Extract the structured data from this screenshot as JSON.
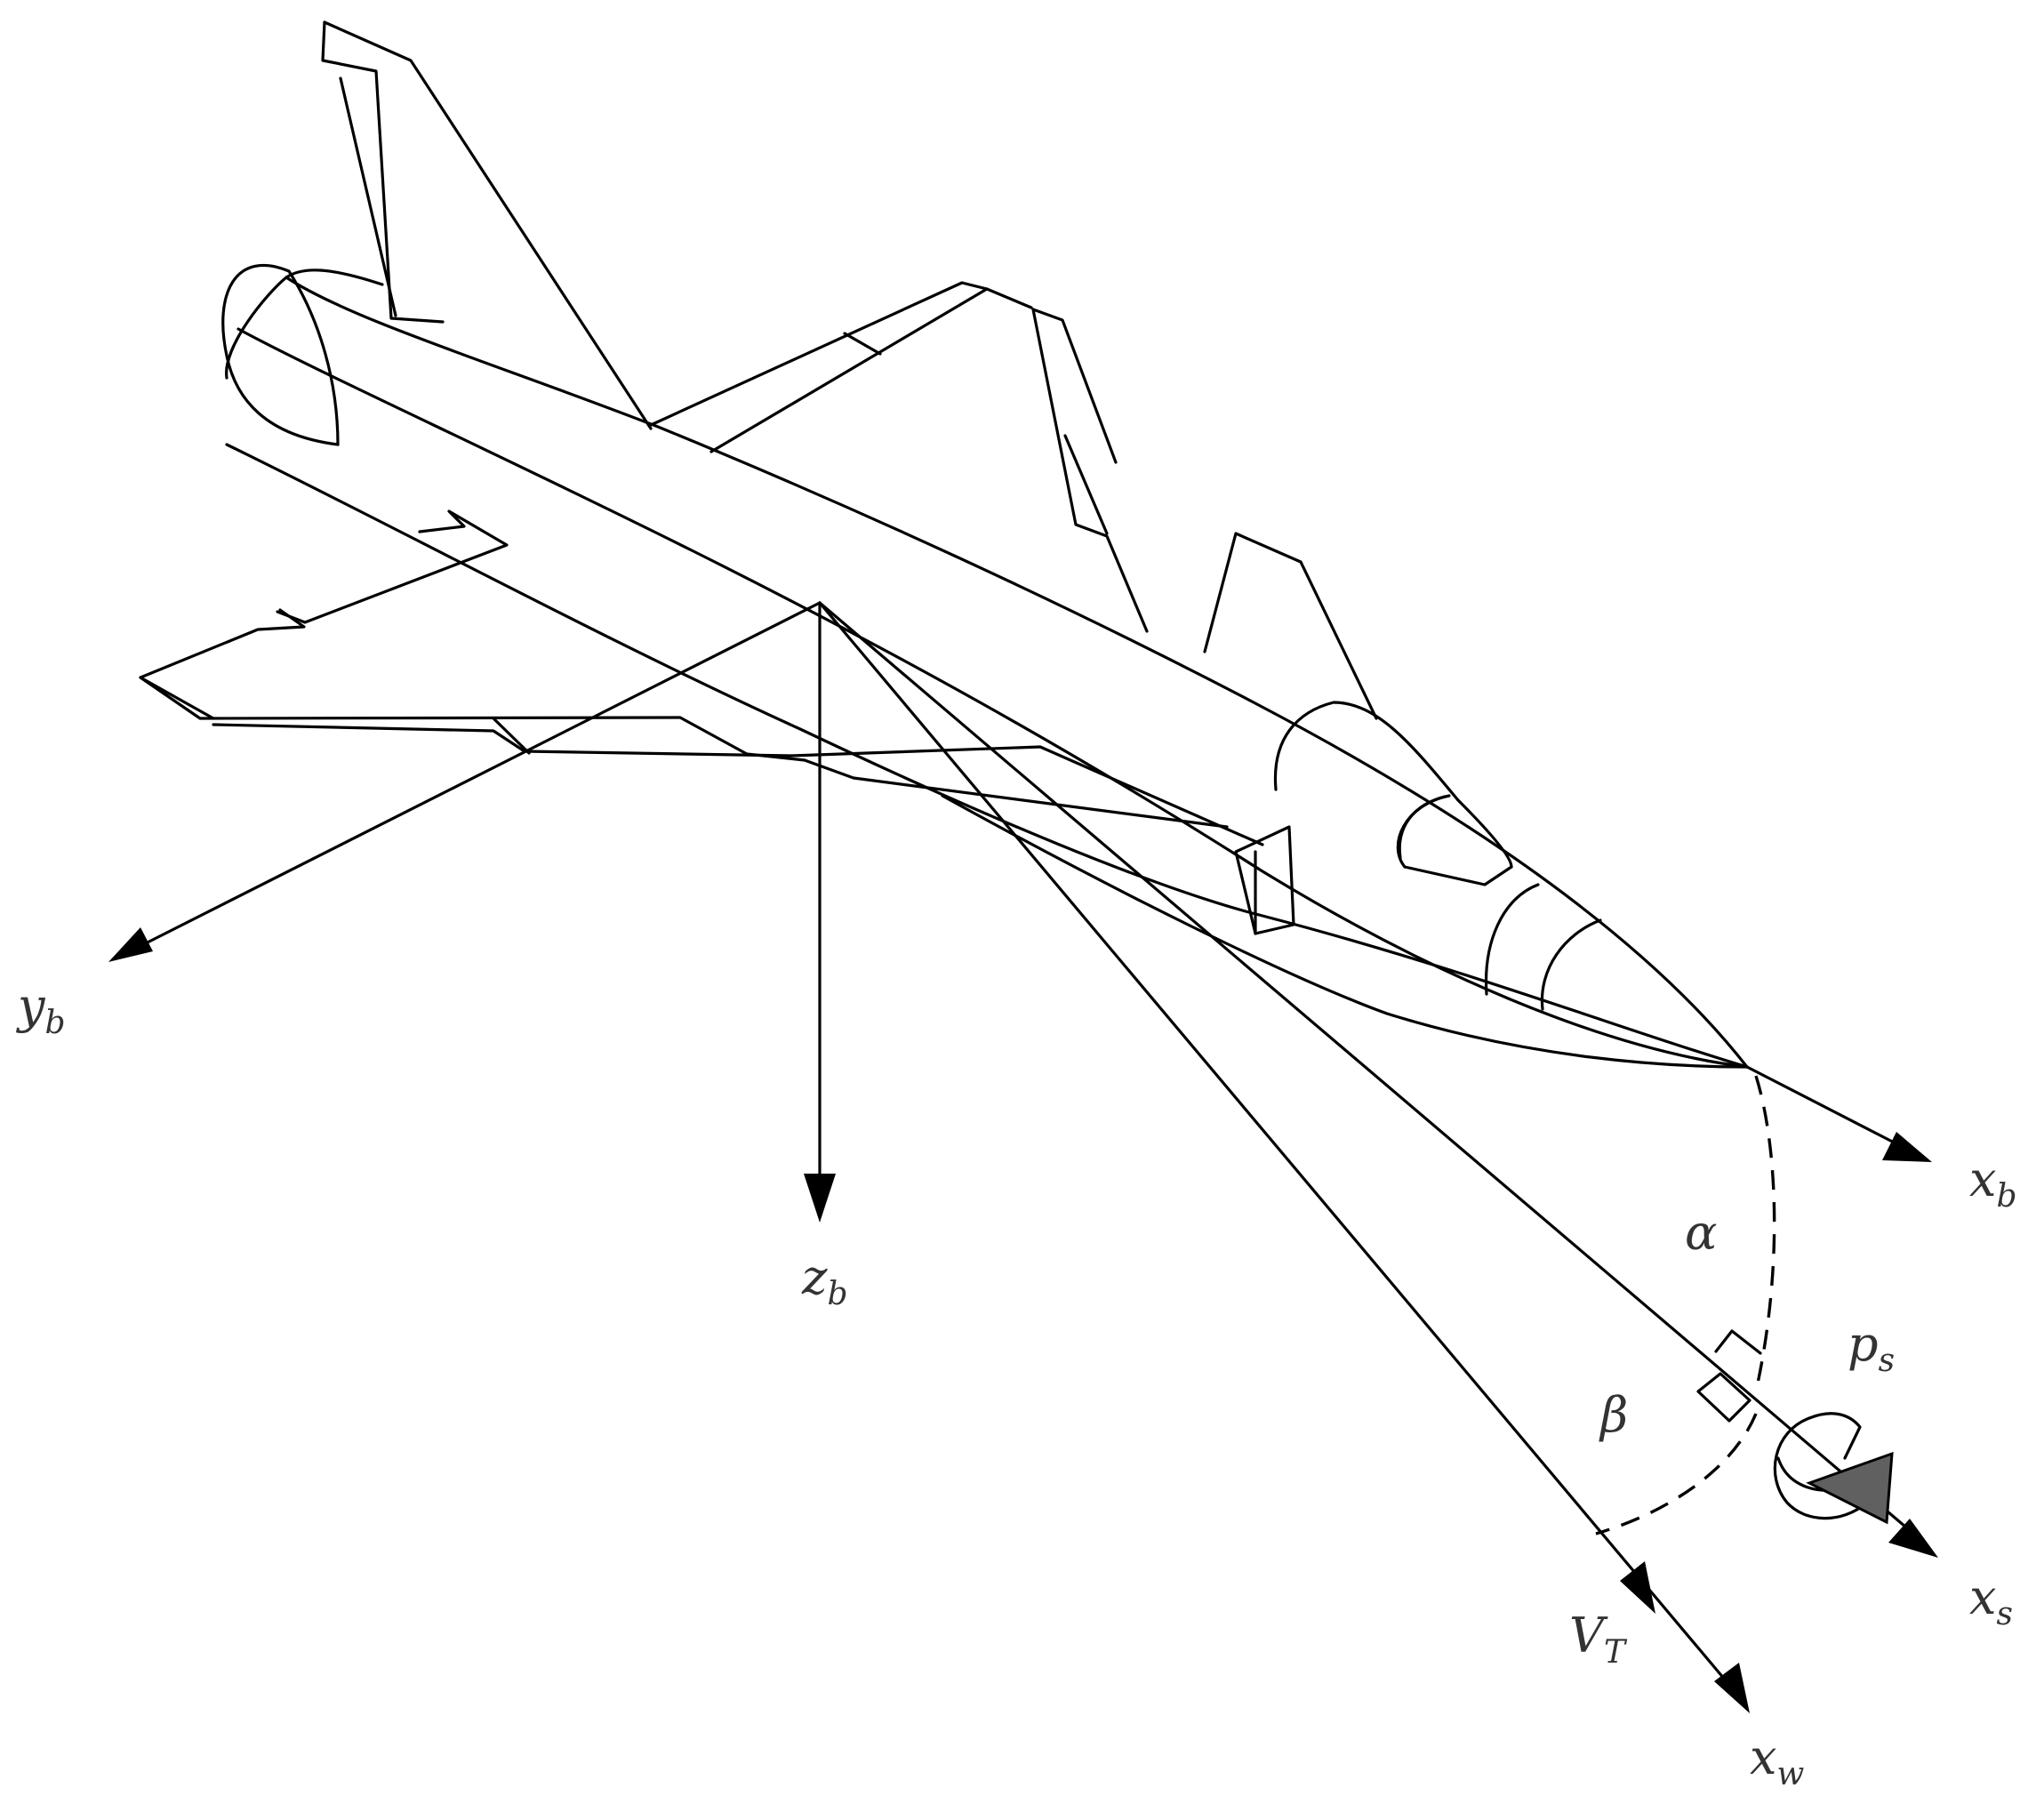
{
  "labels": {
    "yb": {
      "base": "y",
      "sub": "b"
    },
    "zb": {
      "base": "z",
      "sub": "b"
    },
    "xb": {
      "base": "x",
      "sub": "b"
    },
    "xs": {
      "base": "x",
      "sub": "s"
    },
    "xw": {
      "base": "x",
      "sub": "w"
    },
    "vt": {
      "base": "V",
      "sub": "T"
    },
    "ps": {
      "base": "p",
      "sub": "s"
    },
    "alpha": "α",
    "beta": "β"
  },
  "colors": {
    "line": "#000000",
    "label": "#333333",
    "arrow_fill": "#606060"
  }
}
